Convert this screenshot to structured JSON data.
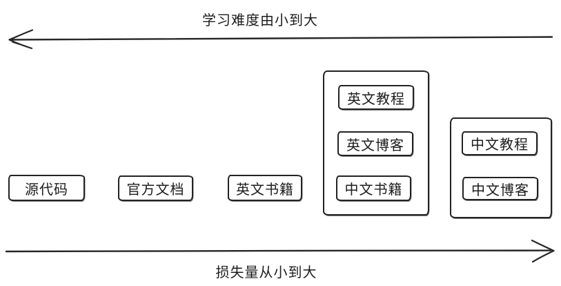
{
  "diagram": {
    "background": "#ffffff",
    "stroke_color": "#1f1f1f",
    "top_axis": {
      "label": "学习难度由小到大",
      "direction": "left",
      "icon": "arrow-left"
    },
    "bottom_axis": {
      "label": "损失量从小到大",
      "direction": "right",
      "icon": "arrow-right"
    },
    "nodes": [
      {
        "id": "source-code",
        "label": "源代码"
      },
      {
        "id": "official-docs",
        "label": "官方文档"
      },
      {
        "id": "english-books",
        "label": "英文书籍"
      }
    ],
    "groups": [
      {
        "id": "group-english-advanced",
        "items": [
          {
            "id": "english-tutorials",
            "label": "英文教程"
          },
          {
            "id": "english-blogs",
            "label": "英文博客"
          },
          {
            "id": "chinese-books",
            "label": "中文书籍"
          }
        ]
      },
      {
        "id": "group-chinese",
        "items": [
          {
            "id": "chinese-tutorials",
            "label": "中文教程"
          },
          {
            "id": "chinese-blogs",
            "label": "中文博客"
          }
        ]
      }
    ]
  }
}
